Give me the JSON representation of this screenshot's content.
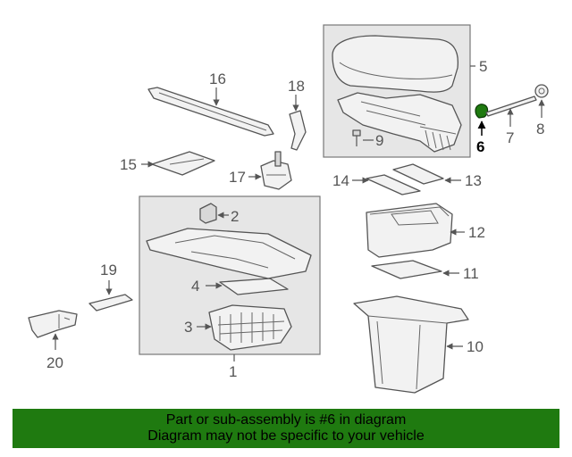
{
  "colors": {
    "banner_background": "#1f7a10",
    "highlight_part": "#1f7a10",
    "group_box": "#e6e6e6",
    "line": "#555555"
  },
  "callouts": {
    "c1": "1",
    "c2": "2",
    "c3": "3",
    "c4": "4",
    "c5": "5",
    "c6": "6",
    "c7": "7",
    "c8": "8",
    "c9": "9",
    "c10": "10",
    "c11": "11",
    "c12": "12",
    "c13": "13",
    "c14": "14",
    "c15": "15",
    "c16": "16",
    "c17": "17",
    "c18": "18",
    "c19": "19",
    "c20": "20"
  },
  "highlighted_part": "6",
  "banner": {
    "line1": "Part or sub-assembly is #6 in diagram",
    "line2": "Diagram may not be specific to your vehicle"
  }
}
